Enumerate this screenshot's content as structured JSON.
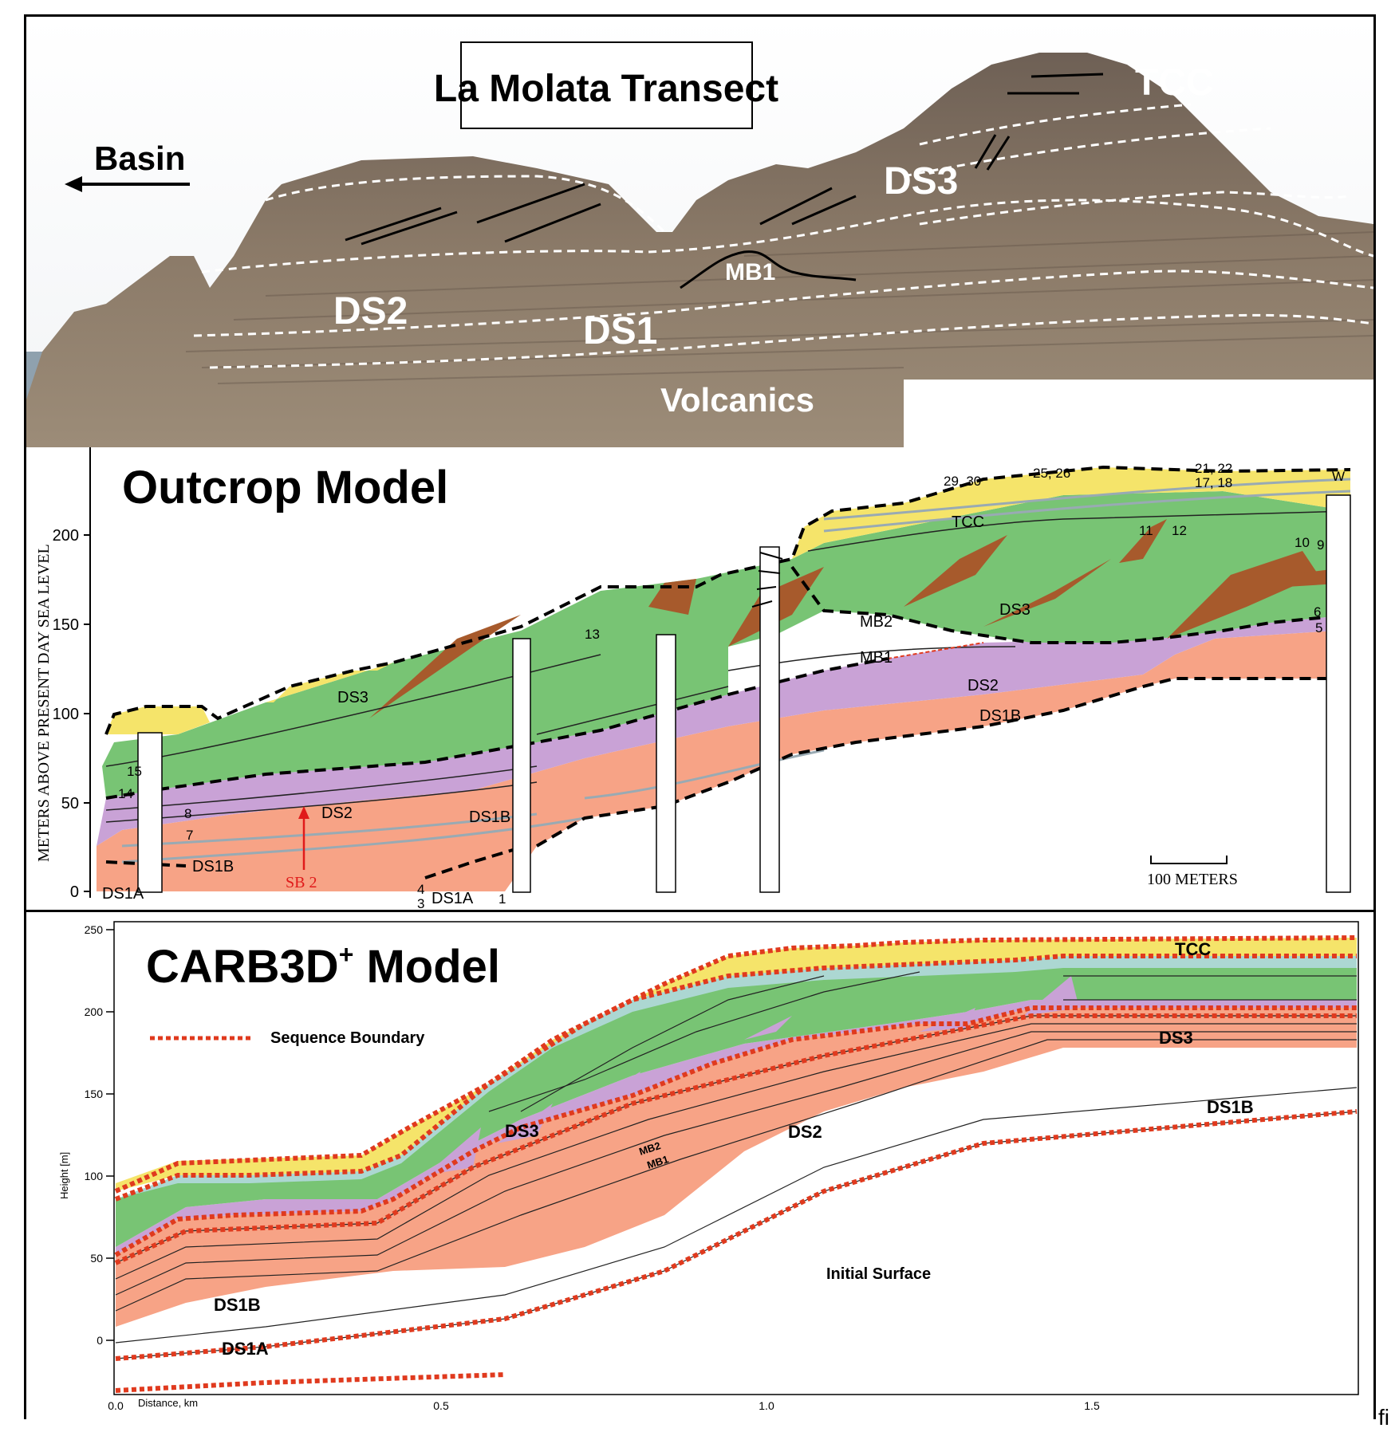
{
  "photo": {
    "title": "La Molata Transect",
    "basin_label": "Basin",
    "labels": {
      "tcc": "TCC",
      "ds3": "DS3",
      "ds2": "DS2",
      "ds1": "DS1",
      "mb1": "MB1",
      "volcanics": "Volcanics"
    }
  },
  "outcrop": {
    "title": "Outcrop Model",
    "y_axis_label": "METERS ABOVE PRESENT DAY SEA LEVEL",
    "y_ticks": [
      "0",
      "50",
      "100",
      "150",
      "200"
    ],
    "scale_label": "100 METERS",
    "sb_label": "SB 2",
    "units": {
      "tcc": "TCC",
      "ds3_left": "DS3",
      "ds3_right": "DS3",
      "ds2_left": "DS2",
      "ds2_right": "DS2",
      "ds1b_left": "DS1B",
      "ds1b_mid": "DS1B",
      "ds1b_right": "DS1B",
      "ds1a_left": "DS1A",
      "ds1a_mid": "DS1A",
      "mb1": "MB1",
      "mb2": "MB2"
    },
    "markers": {
      "w": "W",
      "m29_30": "29, 30",
      "m25_26": "25, 26",
      "m21_22": "21, 22",
      "m17_18": "17, 18",
      "m15": "15",
      "m14": "14",
      "m13": "13",
      "m12": "12",
      "m11": "11",
      "m10": "10",
      "m9": "9",
      "m8": "8",
      "m7": "7",
      "m6": "6",
      "m5": "5",
      "m4": "4",
      "m3": "3",
      "m1": "1"
    }
  },
  "carb": {
    "title": "CARB3D",
    "title_sup": "+",
    "title_suffix": " Model",
    "legend_label": "Sequence Boundary",
    "y_axis_label": "Height [m]",
    "y_ticks": [
      "250",
      "200",
      "150",
      "100",
      "50",
      "0"
    ],
    "x_axis_label": "Distance, km",
    "x_ticks": [
      "0.0",
      "0.5",
      "1.0",
      "1.5"
    ],
    "units": {
      "tcc": "TCC",
      "ds3_left": "DS3",
      "ds3_right": "DS3",
      "ds2": "DS2",
      "ds1b_left": "DS1B",
      "ds1b_right": "DS1B",
      "ds1a": "DS1A",
      "mb1": "MB1",
      "mb2": "MB2",
      "initial": "Initial Surface"
    }
  },
  "figure_label": "fi",
  "colors": {
    "ds1": "#f7a386",
    "ds2": "#c9a2d6",
    "ds3": "#78c474",
    "tcc": "#f5e46a",
    "brown": "#a75a2c",
    "seq_boundary": "#e03a1e",
    "lightblue": "#b9dcea",
    "ds1_dark": "#ef8363"
  }
}
